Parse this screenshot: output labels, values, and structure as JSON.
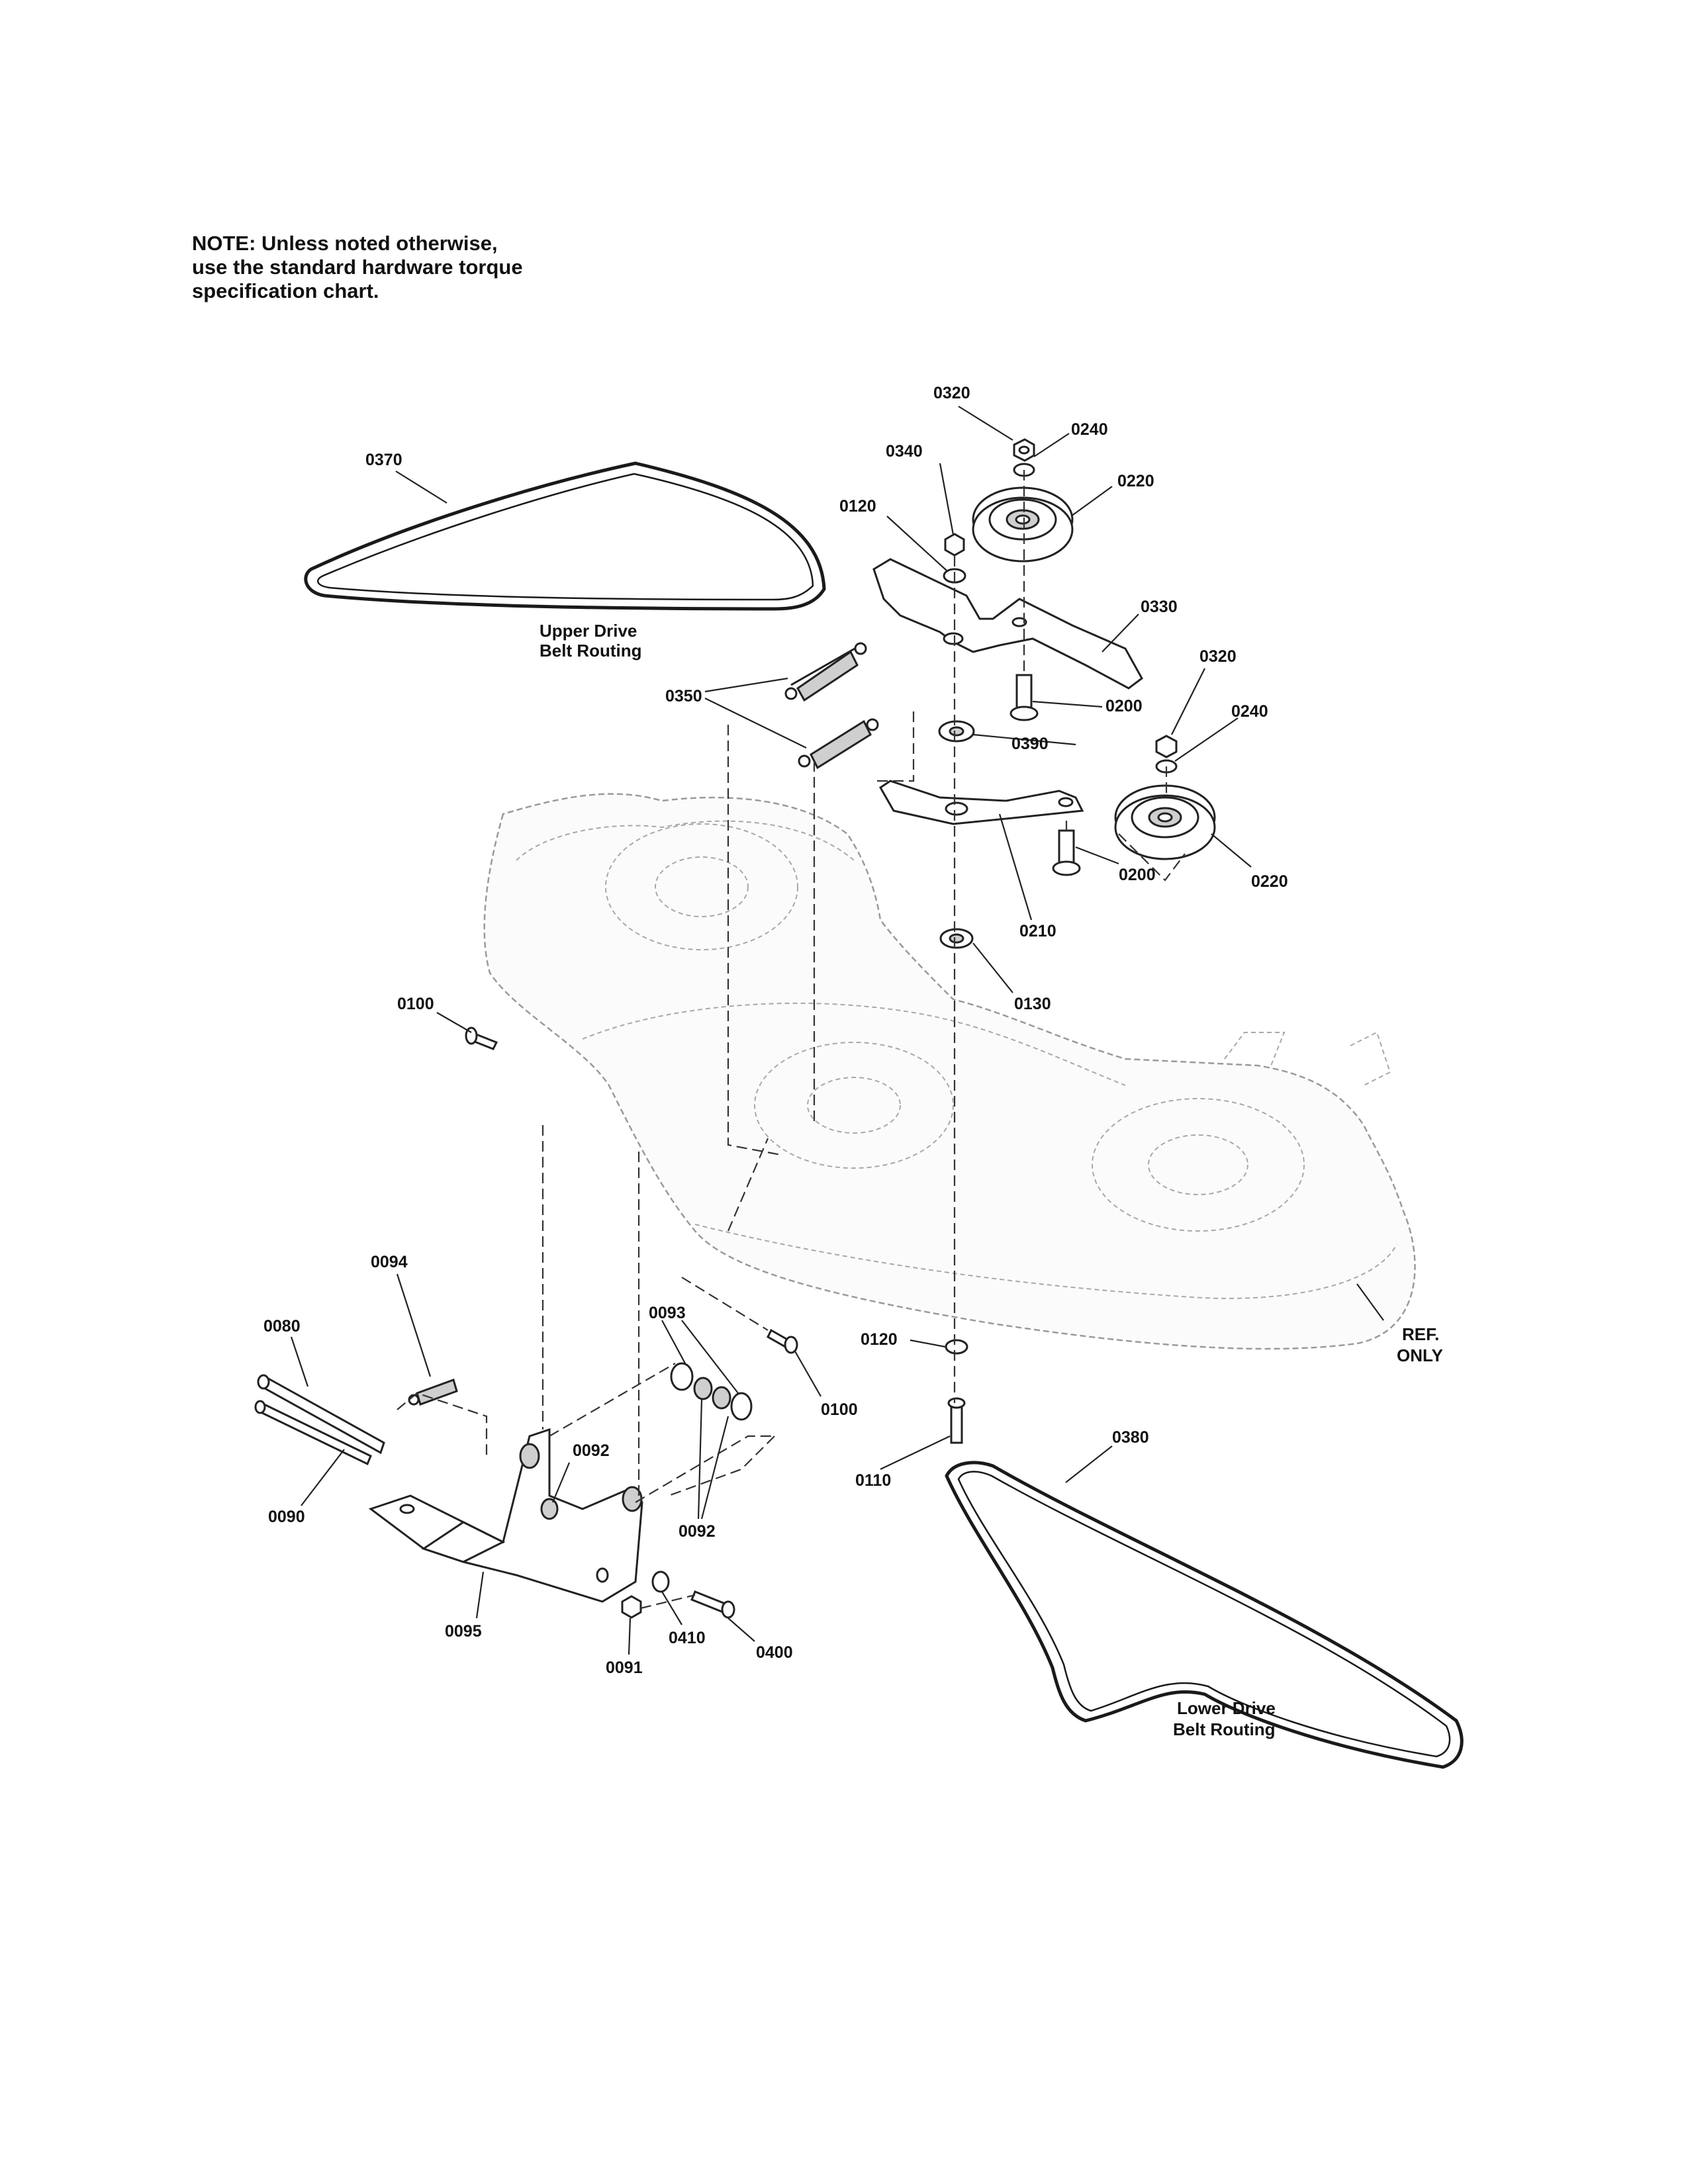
{
  "note": {
    "lines": [
      "NOTE: Unless noted otherwise,",
      "use the standard hardware torque",
      "specification chart."
    ]
  },
  "captions": {
    "upper_belt_line1": "Upper Drive",
    "upper_belt_line2": "Belt Routing",
    "lower_belt_line1": "Lower Drive",
    "lower_belt_line2": "Belt Routing",
    "ref_line1": "REF.",
    "ref_line2": "ONLY"
  },
  "callouts": {
    "c0320a": "0320",
    "c0240a": "0240",
    "c0340": "0340",
    "c0220a": "0220",
    "c0120a": "0120",
    "c0370": "0370",
    "c0330": "0330",
    "c0320b": "0320",
    "c0350": "0350",
    "c0200a": "0200",
    "c0240b": "0240",
    "c0390": "0390",
    "c0220b": "0220",
    "c0200b": "0200",
    "c0210": "0210",
    "c0130": "0130",
    "c0100a": "0100",
    "c0094": "0094",
    "c0093": "0093",
    "c0080": "0080",
    "c0100b": "0100",
    "c0120b": "0120",
    "c0092a": "0092",
    "c0380": "0380",
    "c0110": "0110",
    "c0090": "0090",
    "c0092b": "0092",
    "c0095": "0095",
    "c0410": "0410",
    "c0400": "0400",
    "c0091": "0091"
  }
}
